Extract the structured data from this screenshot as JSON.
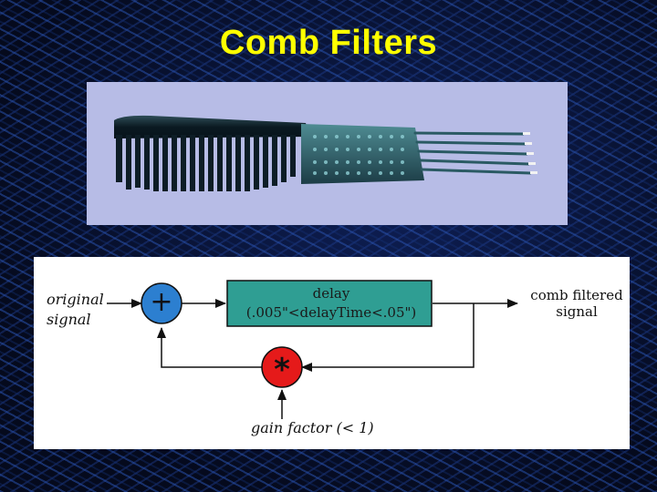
{
  "slide": {
    "title": "Comb Filters",
    "title_color": "#ffff00",
    "background_color": "#070d24"
  },
  "photo": {
    "subject": "comb",
    "background_color": "#b7bce6"
  },
  "diagram": {
    "input_label_line1": "original",
    "input_label_line2": "signal",
    "adder_symbol": "+",
    "adder_color": "#2c7fd0",
    "delay_label": "delay",
    "delay_range": "(.005\"<delayTime<.05\")",
    "delay_box_color": "#2f9e93",
    "output_label_line1": "comb filtered",
    "output_label_line2": "signal",
    "multiplier_symbol": "*",
    "multiplier_color": "#e51a1a",
    "gain_label": "gain factor (< 1)"
  }
}
